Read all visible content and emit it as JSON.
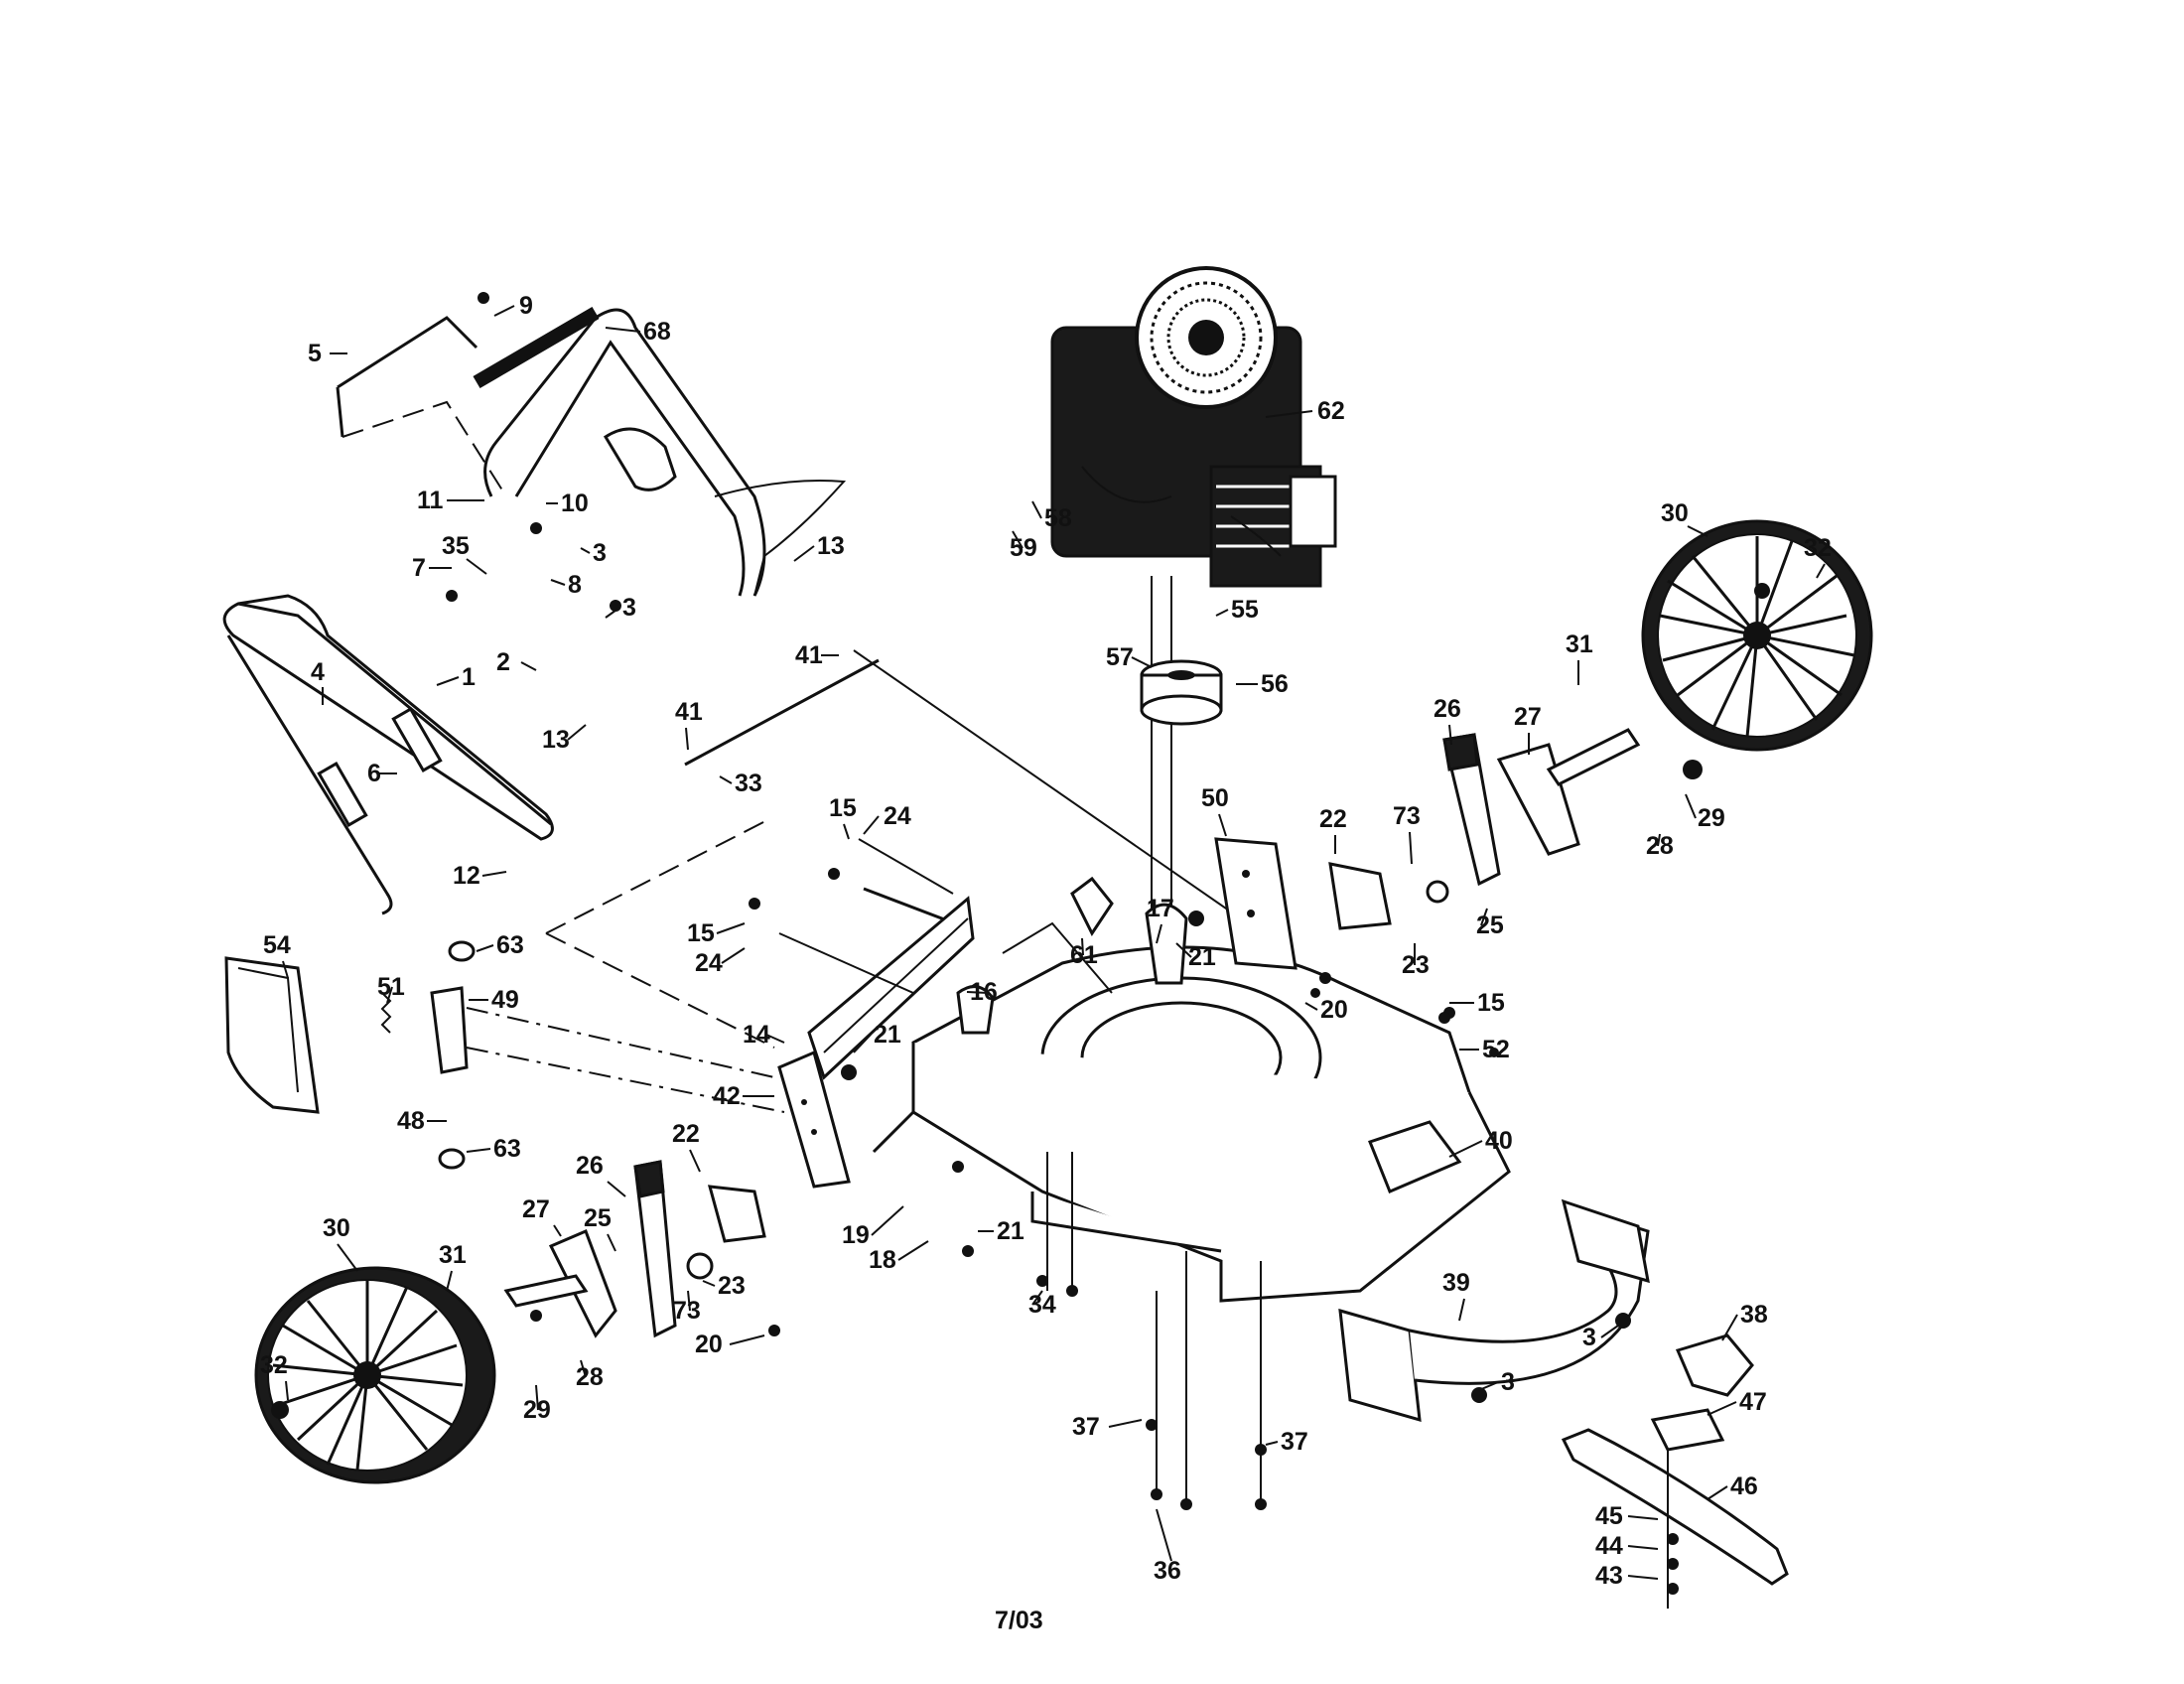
{
  "diagram": {
    "footer_date": "7/03",
    "labels": [
      "9",
      "68",
      "5",
      "62",
      "11",
      "10",
      "3",
      "35",
      "7",
      "8",
      "13",
      "59",
      "58",
      "3",
      "55",
      "30",
      "32",
      "4",
      "1",
      "2",
      "41",
      "57",
      "56",
      "31",
      "13",
      "41",
      "6",
      "33",
      "26",
      "27",
      "15",
      "24",
      "22",
      "73",
      "29",
      "28",
      "50",
      "12",
      "54",
      "63",
      "15",
      "24",
      "17",
      "21",
      "61",
      "23",
      "25",
      "51",
      "49",
      "16",
      "20",
      "15",
      "52",
      "14",
      "21",
      "42",
      "40",
      "48",
      "63",
      "26",
      "22",
      "19",
      "21",
      "18",
      "34",
      "27",
      "25",
      "30",
      "31",
      "23",
      "73",
      "39",
      "38",
      "20",
      "3",
      "3",
      "32",
      "29",
      "28",
      "37",
      "37",
      "47",
      "46",
      "45",
      "44",
      "43",
      "36"
    ]
  }
}
